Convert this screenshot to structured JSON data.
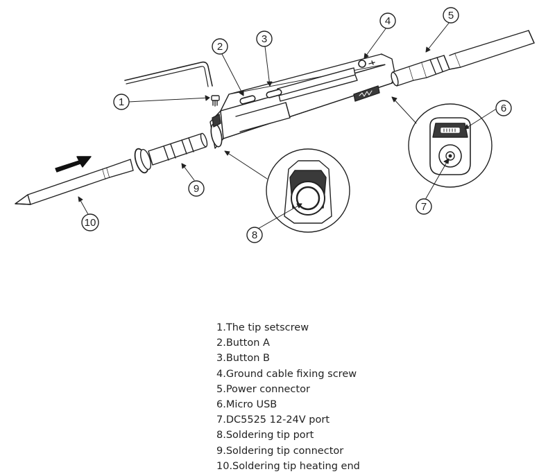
{
  "callouts": [
    "1",
    "2",
    "3",
    "4",
    "5",
    "6",
    "7",
    "8",
    "9",
    "10"
  ],
  "parts": [
    "1.The tip setscrew",
    "2.Button A",
    "3.Button B",
    "4.Ground cable fixing screw",
    "5.Power connector",
    "6.Micro USB",
    "7.DC5525 12-24V port",
    "8.Soldering tip port",
    "9.Soldering tip connector",
    "10.Soldering tip heating end"
  ],
  "colors": {
    "line": "#222222",
    "fill": "#ffffff",
    "shade": "#3a3a3a"
  }
}
